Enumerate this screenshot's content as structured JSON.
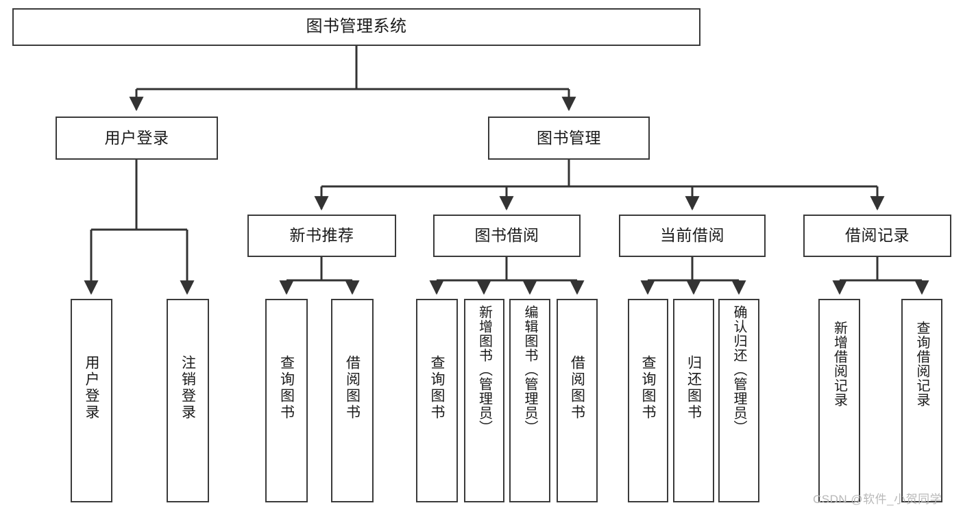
{
  "diagram": {
    "type": "tree",
    "title": "图书管理系统",
    "root": {
      "id": "root",
      "label": "图书管理系统"
    },
    "level2": [
      {
        "id": "user-login",
        "label": "用户登录"
      },
      {
        "id": "book-manage",
        "label": "图书管理"
      }
    ],
    "level3": [
      {
        "id": "new-book-rec",
        "label": "新书推荐",
        "parent": "book-manage"
      },
      {
        "id": "book-borrow",
        "label": "图书借阅",
        "parent": "book-manage"
      },
      {
        "id": "current-borrow",
        "label": "当前借阅",
        "parent": "book-manage"
      },
      {
        "id": "borrow-record",
        "label": "借阅记录",
        "parent": "book-manage"
      }
    ],
    "leaves": [
      {
        "id": "leaf-user-login",
        "label": "用户登录",
        "parent": "user-login"
      },
      {
        "id": "leaf-logout",
        "label": "注销登录",
        "parent": "user-login"
      },
      {
        "id": "leaf-query-book-1",
        "label": "查询图书",
        "parent": "new-book-rec"
      },
      {
        "id": "leaf-borrow-book-1",
        "label": "借阅图书",
        "parent": "new-book-rec"
      },
      {
        "id": "leaf-query-book-2",
        "label": "查询图书",
        "parent": "book-borrow"
      },
      {
        "id": "leaf-add-book",
        "label": "新增图书（管理员）",
        "parent": "book-borrow"
      },
      {
        "id": "leaf-edit-book",
        "label": "编辑图书（管理员）",
        "parent": "book-borrow"
      },
      {
        "id": "leaf-borrow-book-2",
        "label": "借阅图书",
        "parent": "book-borrow"
      },
      {
        "id": "leaf-query-book-3",
        "label": "查询图书",
        "parent": "current-borrow"
      },
      {
        "id": "leaf-return-book",
        "label": "归还图书",
        "parent": "current-borrow"
      },
      {
        "id": "leaf-confirm-return",
        "label": "确认归还（管理员）",
        "parent": "current-borrow"
      },
      {
        "id": "leaf-add-record",
        "label": "新增借阅记录",
        "parent": "borrow-record"
      },
      {
        "id": "leaf-query-record",
        "label": "查询借阅记录",
        "parent": "borrow-record"
      }
    ],
    "colors": {
      "border": "#3a3a3a",
      "background": "#ffffff",
      "text": "#1a1a1a",
      "connector": "#333333",
      "watermark": "#b8b8b8"
    }
  },
  "watermark": {
    "text": "CSDN @软件_小贺同学"
  }
}
